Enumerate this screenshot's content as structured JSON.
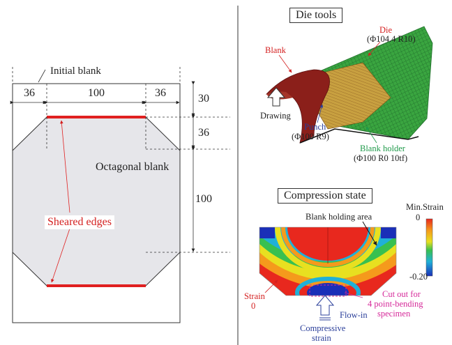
{
  "left": {
    "initial_blank_label": "Initial blank",
    "dim_left": "36",
    "dim_center": "100",
    "dim_right": "36",
    "dim_top": "30",
    "dim_mid": "36",
    "dim_height": "100",
    "octagonal_label": "Octagonal blank",
    "sheared_label": "Sheared edges"
  },
  "right_top": {
    "title": "Die tools",
    "die_label": "Die",
    "die_spec": "(Φ104.4 R10)",
    "blank_label": "Blank",
    "drawing_label": "Drawing",
    "punch_label": "Punch",
    "punch_spec": "(Φ100 R9)",
    "holder_label": "Blank holder",
    "holder_spec": "(Φ100 R0 10tf)"
  },
  "right_bottom": {
    "title": "Compression state",
    "holding_area": "Blank holding area",
    "min_strain": "Min.Strain",
    "scale_max": "0",
    "scale_min": "-0.20",
    "strain_label": "Strain",
    "strain_value": "0",
    "cutout_line1": "Cut out for",
    "cutout_line2": "4 point-bending",
    "cutout_line3": "specimen",
    "flow_in": "Flow-in",
    "compressive_1": "Compressive",
    "compressive_2": "strain"
  },
  "colors": {
    "red": "#d42020",
    "blue": "#2b3f9a",
    "green": "#1f9a4a",
    "magenta": "#d62a9a"
  }
}
